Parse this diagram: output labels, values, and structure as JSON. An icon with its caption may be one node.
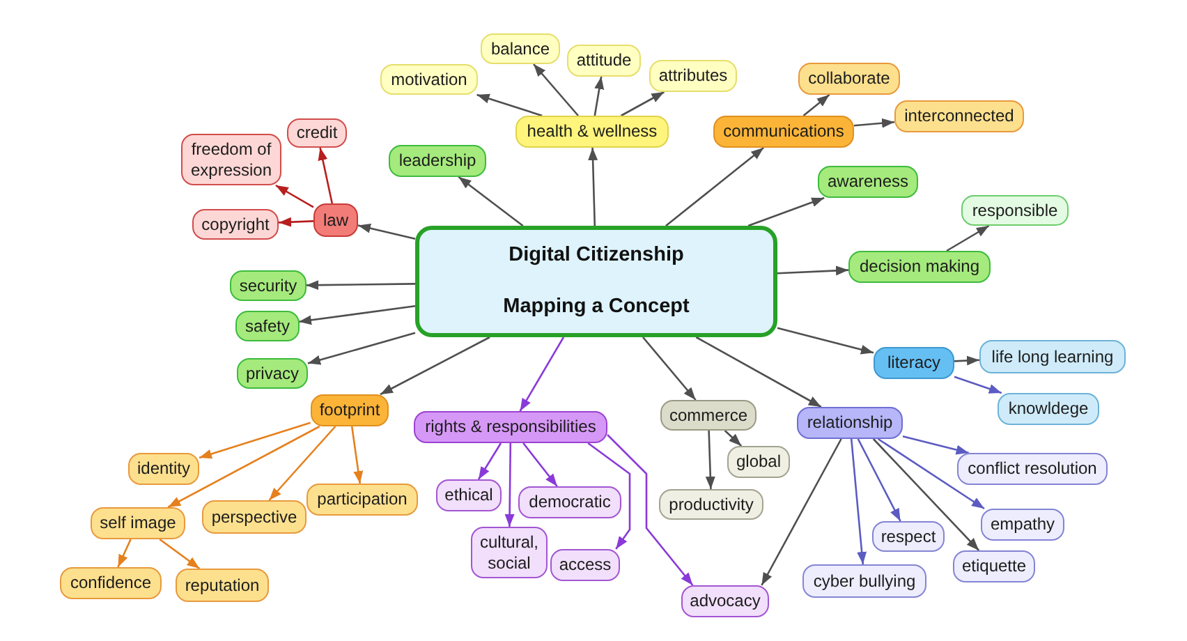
{
  "diagram": {
    "nodes": [
      {
        "text": [
          "Digital Citizenship",
          "Mapping a Concept"
        ]
      },
      {
        "text": [
          "health & wellness"
        ]
      },
      {
        "text": [
          "motivation"
        ]
      },
      {
        "text": [
          "balance"
        ]
      },
      {
        "text": [
          "attitude"
        ]
      },
      {
        "text": [
          "attributes"
        ]
      },
      {
        "text": [
          "communications"
        ]
      },
      {
        "text": [
          "collaborate"
        ]
      },
      {
        "text": [
          "interconnected"
        ]
      },
      {
        "text": [
          "awareness"
        ]
      },
      {
        "text": [
          "decision making"
        ]
      },
      {
        "text": [
          "responsible"
        ]
      },
      {
        "text": [
          "literacy"
        ]
      },
      {
        "text": [
          "life long learning"
        ]
      },
      {
        "text": [
          "knowldege"
        ]
      },
      {
        "text": [
          "relationship"
        ]
      },
      {
        "text": [
          "conflict resolution"
        ]
      },
      {
        "text": [
          "empathy"
        ]
      },
      {
        "text": [
          "etiquette"
        ]
      },
      {
        "text": [
          "respect"
        ]
      },
      {
        "text": [
          "cyber bullying"
        ]
      },
      {
        "text": [
          "advocacy"
        ]
      },
      {
        "text": [
          "commerce"
        ]
      },
      {
        "text": [
          "global"
        ]
      },
      {
        "text": [
          "productivity"
        ]
      },
      {
        "text": [
          "rights & responsibilities"
        ]
      },
      {
        "text": [
          "ethical"
        ]
      },
      {
        "text": [
          "cultural, social"
        ]
      },
      {
        "text": [
          "democratic"
        ]
      },
      {
        "text": [
          "access"
        ]
      },
      {
        "text": [
          "footprint"
        ]
      },
      {
        "text": [
          "identity"
        ]
      },
      {
        "text": [
          "self image"
        ]
      },
      {
        "text": [
          "perspective"
        ]
      },
      {
        "text": [
          "participation"
        ]
      },
      {
        "text": [
          "confidence"
        ]
      },
      {
        "text": [
          "reputation"
        ]
      },
      {
        "text": [
          "privacy"
        ]
      },
      {
        "text": [
          "safety"
        ]
      },
      {
        "text": [
          "security"
        ]
      },
      {
        "text": [
          "law"
        ]
      },
      {
        "text": [
          "credit"
        ]
      },
      {
        "text": [
          "freedom of expression"
        ]
      },
      {
        "text": [
          "copyright"
        ]
      },
      {
        "text": [
          "leadership"
        ]
      }
    ],
    "edges": [
      {
        "from": 0,
        "to": 1,
        "arrow": "to"
      },
      {
        "from": 0,
        "to": 6,
        "arrow": "to"
      },
      {
        "from": 0,
        "to": 9,
        "arrow": "to"
      },
      {
        "from": 0,
        "to": 10,
        "arrow": "to"
      },
      {
        "from": 0,
        "to": 12,
        "arrow": "to"
      },
      {
        "from": 0,
        "to": 15,
        "arrow": "to"
      },
      {
        "from": 0,
        "to": 22,
        "arrow": "to"
      },
      {
        "from": 0,
        "to": 25,
        "arrow": "to",
        "color": "#8a3ad8"
      },
      {
        "from": 0,
        "to": 30,
        "arrow": "to"
      },
      {
        "from": 0,
        "to": 37,
        "arrow": "to"
      },
      {
        "from": 0,
        "to": 38,
        "arrow": "to"
      },
      {
        "from": 0,
        "to": 39,
        "arrow": "to"
      },
      {
        "from": 0,
        "to": 40,
        "arrow": "to"
      },
      {
        "from": 0,
        "to": 44,
        "arrow": "to"
      },
      {
        "from": 1,
        "to": 2,
        "arrow": "to"
      },
      {
        "from": 1,
        "to": 3,
        "arrow": "to"
      },
      {
        "from": 1,
        "to": 4,
        "arrow": "to"
      },
      {
        "from": 1,
        "to": 5,
        "arrow": "to"
      },
      {
        "from": 6,
        "to": 7,
        "arrow": "to"
      },
      {
        "from": 6,
        "to": 8,
        "arrow": "to"
      },
      {
        "from": 10,
        "to": 11,
        "arrow": "to"
      },
      {
        "from": 12,
        "to": 13,
        "arrow": "to"
      },
      {
        "from": 12,
        "to": 14,
        "arrow": "to",
        "color": "#5b5bc2"
      },
      {
        "from": 15,
        "to": 16,
        "arrow": "to",
        "color": "#5b5bc2"
      },
      {
        "from": 15,
        "to": 17,
        "arrow": "to",
        "color": "#5b5bc2"
      },
      {
        "from": 15,
        "to": 18,
        "arrow": "to"
      },
      {
        "from": 15,
        "to": 19,
        "arrow": "to",
        "color": "#5b5bc2"
      },
      {
        "from": 15,
        "to": 20,
        "arrow": "to",
        "color": "#5b5bc2"
      },
      {
        "from": 15,
        "to": 21,
        "arrow": "to"
      },
      {
        "from": 22,
        "to": 23,
        "arrow": "to"
      },
      {
        "from": 22,
        "to": 24,
        "arrow": "to"
      },
      {
        "from": 25,
        "to": 26,
        "arrow": "to",
        "color": "#8a3ad8"
      },
      {
        "from": 25,
        "to": 27,
        "arrow": "to",
        "color": "#8a3ad8"
      },
      {
        "from": 25,
        "to": 28,
        "arrow": "to",
        "color": "#8a3ad8"
      },
      {
        "from": 25,
        "to": 29,
        "arrow": "to",
        "color": "#8a3ad8"
      },
      {
        "from": 25,
        "to": 21,
        "arrow": "to",
        "color": "#8a3ad8"
      },
      {
        "from": 30,
        "to": 31,
        "arrow": "to",
        "color": "#e5801e"
      },
      {
        "from": 30,
        "to": 32,
        "arrow": "to",
        "color": "#e5801e"
      },
      {
        "from": 30,
        "to": 33,
        "arrow": "to",
        "color": "#e5801e"
      },
      {
        "from": 30,
        "to": 34,
        "arrow": "to",
        "color": "#e5801e"
      },
      {
        "from": 32,
        "to": 35,
        "arrow": "to",
        "color": "#e5801e"
      },
      {
        "from": 32,
        "to": 36,
        "arrow": "to",
        "color": "#e5801e"
      },
      {
        "from": 40,
        "to": 41,
        "arrow": "to",
        "color": "#b81e1e"
      },
      {
        "from": 40,
        "to": 42,
        "arrow": "to",
        "color": "#b81e1e"
      },
      {
        "from": 40,
        "to": 43,
        "arrow": "to",
        "color": "#b81e1e"
      }
    ]
  }
}
